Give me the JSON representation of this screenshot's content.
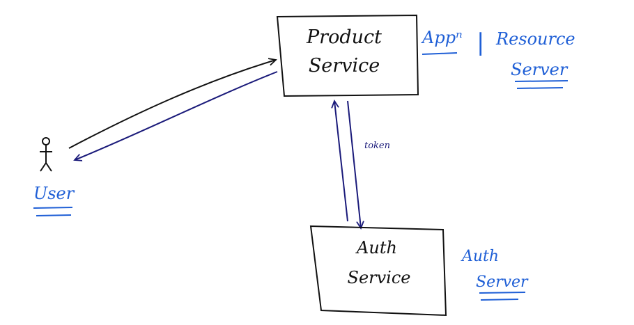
{
  "colors": {
    "ink": "#111111",
    "blue": "#1f5fd6",
    "navy": "#1a1a7a",
    "background": "#ffffff"
  },
  "nodes": {
    "product_service": {
      "line1": "Product",
      "line2": "Service"
    },
    "auth_service": {
      "line1": "Auth",
      "line2": "Service"
    },
    "user": {
      "label": "User",
      "icon": "stick-figure-icon"
    }
  },
  "annotations": {
    "app_resource_line1_left": "Appⁿ",
    "separator": "|",
    "app_resource_line1_right": "Resource",
    "app_resource_line2": "Server",
    "auth_server_line1": "Auth",
    "auth_server_line2": "Server",
    "token": "token"
  }
}
